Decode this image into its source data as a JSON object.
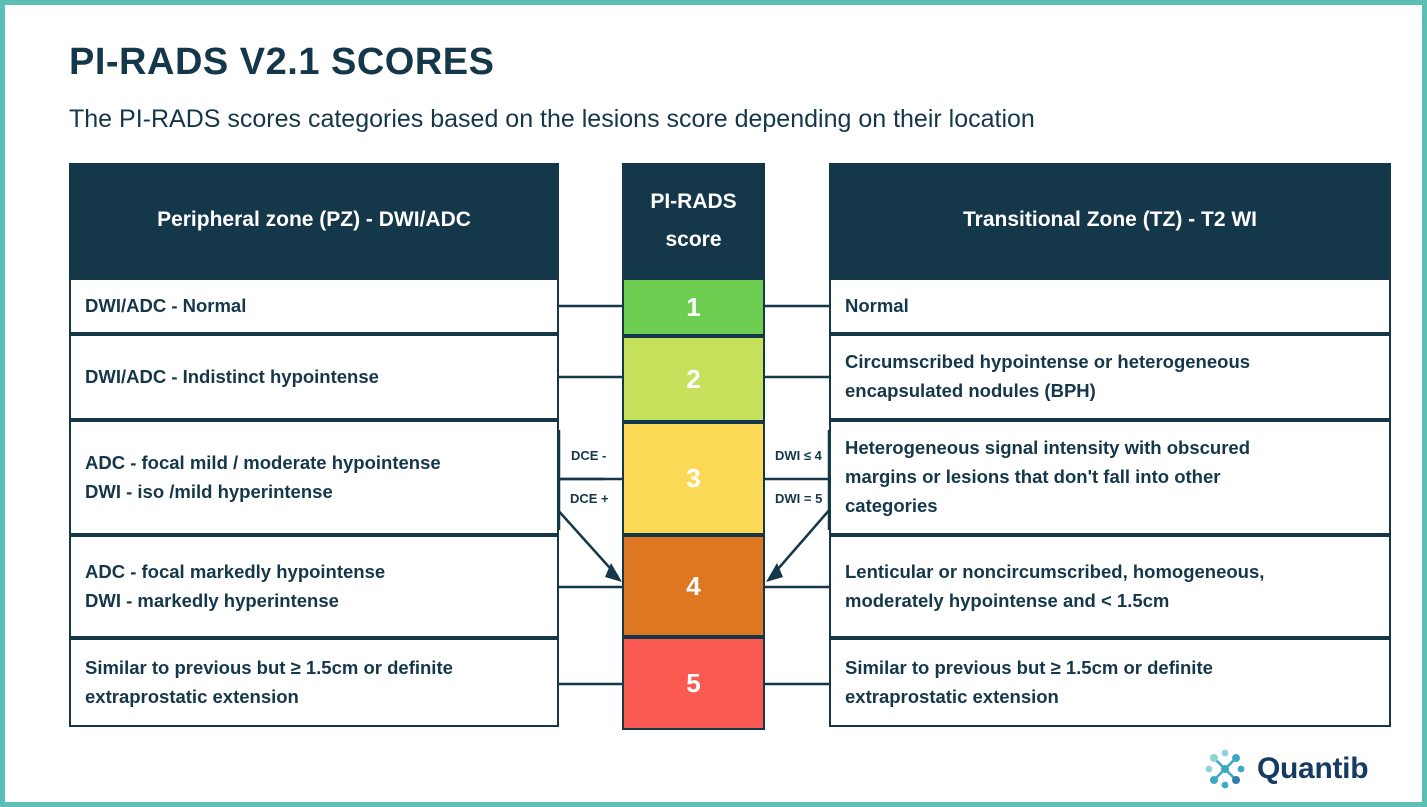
{
  "header": {
    "title": "PI-RADS V2.1 SCORES",
    "subtitle": "The PI-RADS scores categories based on the lesions score depending on their location"
  },
  "colors": {
    "page_border": "#5BBFB5",
    "dark": "#15374A",
    "score_1": "#6ECE51",
    "score_2": "#C6E15C",
    "score_3": "#FCD957",
    "score_4": "#DE7722",
    "score_5": "#FA5A52",
    "logo_dark": "#153A63",
    "logo_teal": "#3FA9C4",
    "logo_light_teal": "#8FD3D6"
  },
  "columns": {
    "left_header": "Peripheral zone (PZ) - DWI/ADC",
    "center_header_line1": "PI-RADS",
    "center_header_line2": "score",
    "right_header": "Transitional Zone (TZ) - T2 WI"
  },
  "rows": [
    {
      "score": "1",
      "color": "#6ECE51",
      "left": [
        "DWI/ADC  - Normal"
      ],
      "right": [
        "Normal"
      ]
    },
    {
      "score": "2",
      "color": "#C6E15C",
      "left": [
        "DWI/ADC - Indistinct hypointense"
      ],
      "right": [
        "Circumscribed hypointense or heterogeneous",
        "encapsulated nodules (BPH)"
      ]
    },
    {
      "score": "3",
      "color": "#FCD957",
      "left": [
        "ADC  - focal mild / moderate hypointense",
        "DWI - iso /mild hyperintense"
      ],
      "right": [
        "Heterogeneous signal intensity with obscured",
        "margins or lesions that don't fall into other",
        "categories"
      ]
    },
    {
      "score": "4",
      "color": "#DE7722",
      "left": [
        "ADC  - focal markedly hypointense",
        "DWI - markedly hyperintense"
      ],
      "right": [
        "Lenticular or noncircumscribed, homogeneous,",
        "moderately hypointense and < 1.5cm"
      ]
    },
    {
      "score": "5",
      "color": "#FA5A52",
      "left": [
        "Similar to previous but ≥ 1.5cm or definite",
        "extraprostatic extension"
      ],
      "right": [
        "Similar to previous but ≥ 1.5cm or definite",
        "extraprostatic extension"
      ]
    }
  ],
  "connectors": {
    "left_upper": "DCE -",
    "left_lower": "DCE +",
    "right_upper": "DWI ≤ 4",
    "right_lower": "DWI = 5"
  },
  "logo": {
    "name": "Quantib"
  }
}
